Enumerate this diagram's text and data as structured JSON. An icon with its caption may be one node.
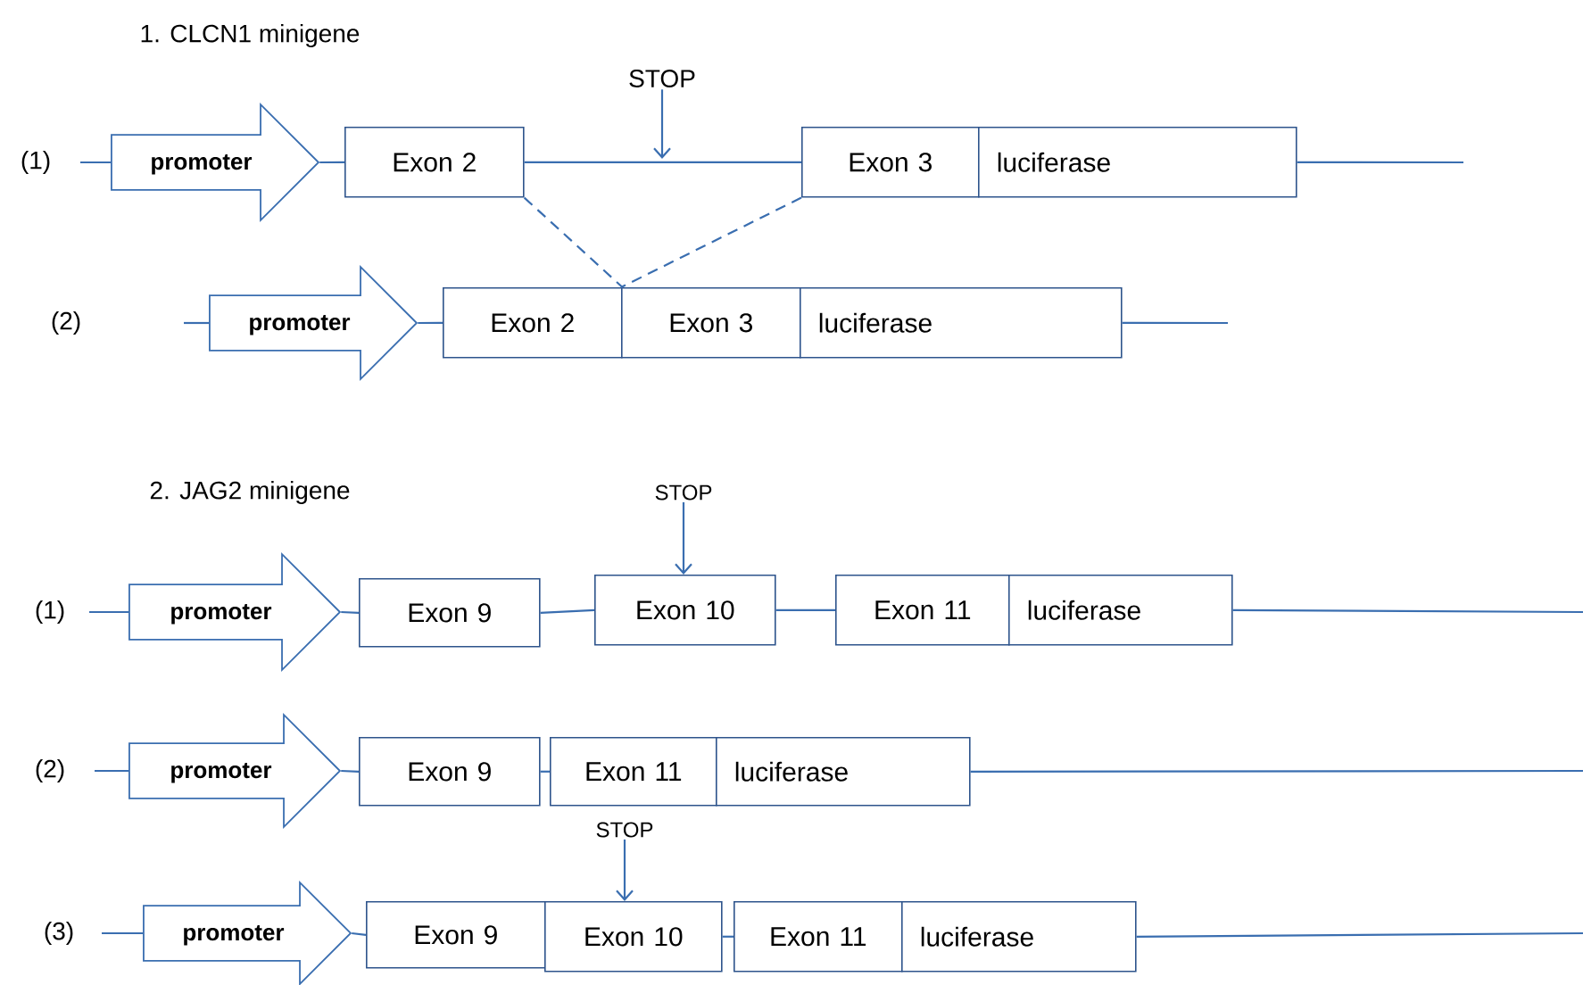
{
  "diagram": {
    "nodes": [
      {
        "text": [
          "STOP"
        ]
      },
      {
        "text": [
          "**promoter**"
        ]
      },
      {
        "text": [
          "Exon 2"
        ]
      },
      {
        "text": [
          "Exon 3"
        ]
      },
      {
        "text": [
          "luciferase"
        ]
      },
      {
        "text": [
          "**promoter**"
        ]
      },
      {
        "text": [
          "Exon 2"
        ]
      },
      {
        "text": [
          "Exon 3"
        ]
      },
      {
        "text": [
          "luciferase"
        ]
      },
      {
        "text": [
          "STOP"
        ]
      },
      {
        "text": [
          "**promoter**"
        ]
      },
      {
        "text": [
          "Exon 9"
        ]
      },
      {
        "text": [
          "Exon 10"
        ]
      },
      {
        "text": [
          "Exon 11"
        ]
      },
      {
        "text": [
          "luciferase"
        ]
      },
      {
        "text": [
          "**promoter**"
        ]
      },
      {
        "text": [
          "Exon 9"
        ]
      },
      {
        "text": [
          "Exon 11"
        ]
      },
      {
        "text": [
          "luciferase"
        ]
      },
      {
        "text": [
          "STOP"
        ]
      },
      {
        "text": [
          "**promoter**"
        ]
      },
      {
        "text": [
          "Exon 9"
        ]
      },
      {
        "text": [
          "Exon 10"
        ]
      },
      {
        "text": [
          "Exon 11"
        ]
      },
      {
        "text": [
          "luciferase"
        ]
      }
    ],
    "edges": [
      {
        "from": null,
        "to": 1,
        "arrow": "none"
      },
      {
        "from": 1,
        "to": 2,
        "arrow": "none"
      },
      {
        "from": 2,
        "to": 3,
        "arrow": "none"
      },
      {
        "from": 4,
        "to": null,
        "arrow": "none"
      },
      {
        "from": 0,
        "to": null,
        "arrow": "to"
      },
      {
        "from": 2,
        "to": 6,
        "arrow": "none",
        "style": "dashed"
      },
      {
        "from": 3,
        "to": 7,
        "arrow": "none",
        "style": "dashed"
      },
      {
        "from": null,
        "to": 5,
        "arrow": "none"
      },
      {
        "from": 5,
        "to": 6,
        "arrow": "none"
      },
      {
        "from": 8,
        "to": null,
        "arrow": "none"
      },
      {
        "from": 9,
        "to": 12,
        "arrow": "to"
      },
      {
        "from": null,
        "to": 10,
        "arrow": "none"
      },
      {
        "from": 10,
        "to": 11,
        "arrow": "none"
      },
      {
        "from": 11,
        "to": 12,
        "arrow": "none"
      },
      {
        "from": 12,
        "to": 13,
        "arrow": "none"
      },
      {
        "from": 14,
        "to": null,
        "arrow": "none"
      },
      {
        "from": null,
        "to": 15,
        "arrow": "none"
      },
      {
        "from": 15,
        "to": 16,
        "arrow": "none"
      },
      {
        "from": 16,
        "to": 17,
        "arrow": "none"
      },
      {
        "from": 18,
        "to": null,
        "arrow": "none"
      },
      {
        "from": 19,
        "to": 22,
        "arrow": "to"
      },
      {
        "from": null,
        "to": 20,
        "arrow": "none"
      },
      {
        "from": 20,
        "to": 21,
        "arrow": "none"
      },
      {
        "from": 22,
        "to": 23,
        "arrow": "none"
      },
      {
        "from": 24,
        "to": null,
        "arrow": "none"
      }
    ],
    "labels": [
      "1. CLCN1 minigene",
      "(1)",
      "(2)",
      "2. JAG2 minigene",
      "(1)",
      "(2)",
      "(3)"
    ]
  }
}
